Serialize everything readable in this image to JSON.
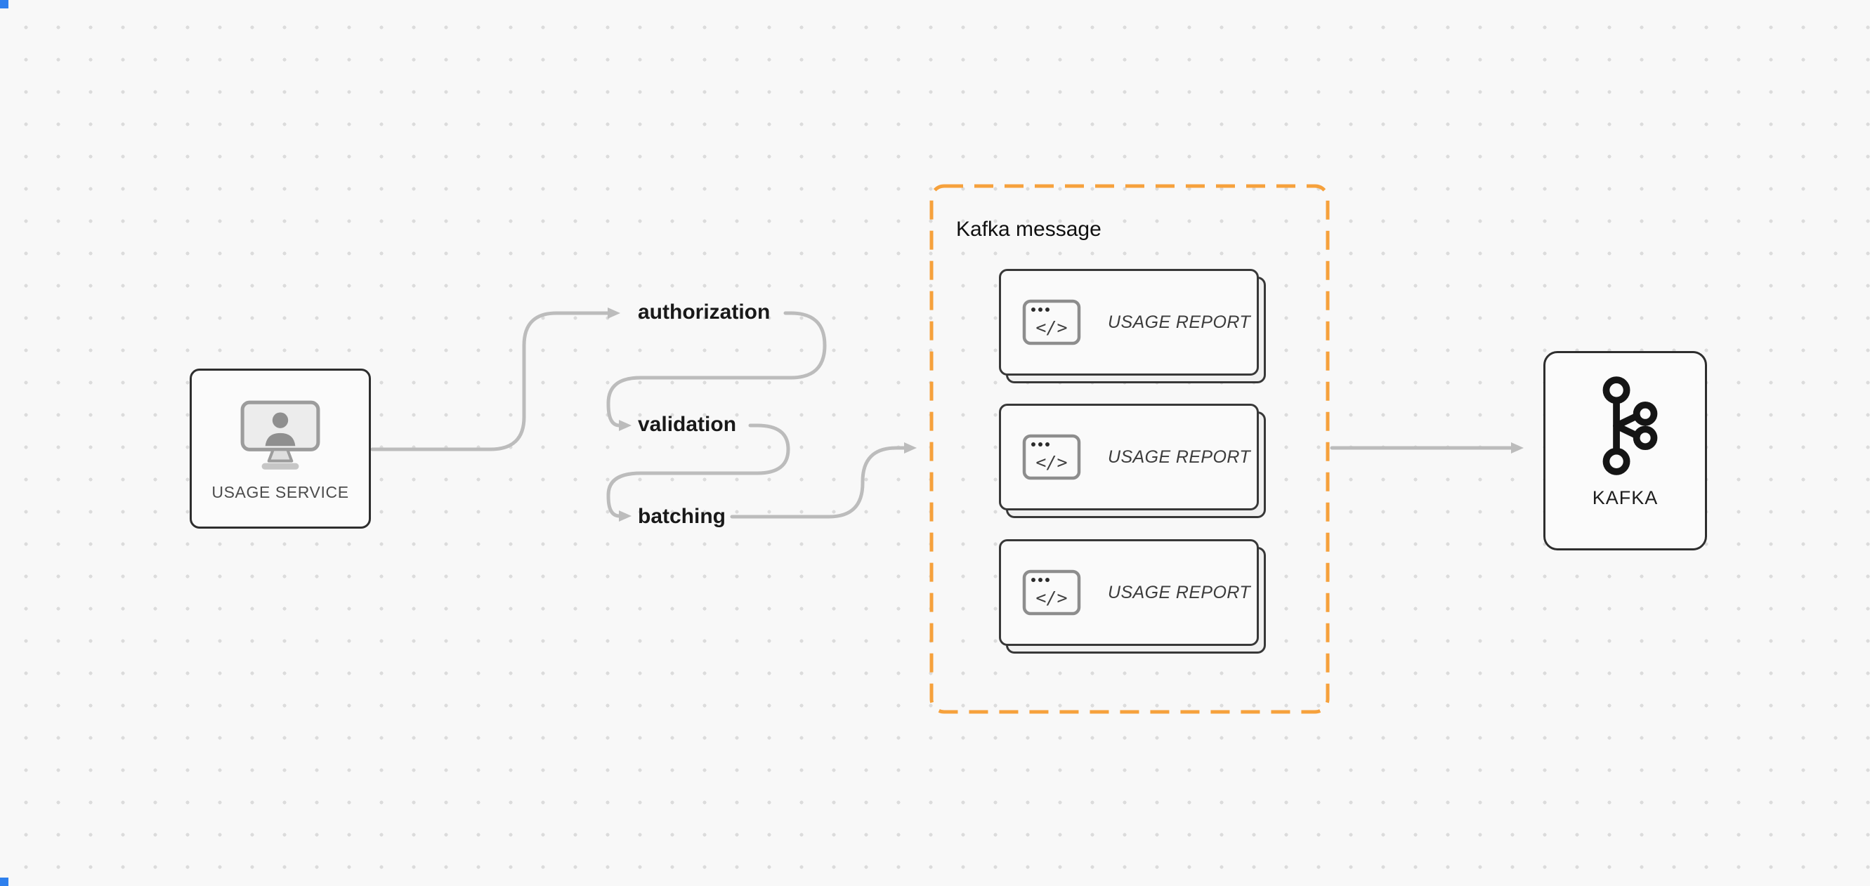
{
  "canvas": {
    "background_color": "#f8f8f8",
    "dot_color": "#dcdcdc",
    "corner_marker_color": "#2f80ed"
  },
  "usage_service": {
    "label": "USAGE SERVICE",
    "icon": "monitor-user-icon"
  },
  "pipeline_steps": [
    {
      "label": "authorization"
    },
    {
      "label": "validation"
    },
    {
      "label": "batching"
    }
  ],
  "kafka_message_group": {
    "title": "Kafka message",
    "border_color": "#f6a13c",
    "cards": [
      {
        "label": "USAGE REPORT",
        "icon": "code-window-icon",
        "icon_glyph": "</>"
      },
      {
        "label": "USAGE REPORT",
        "icon": "code-window-icon",
        "icon_glyph": "</>"
      },
      {
        "label": "USAGE REPORT",
        "icon": "code-window-icon",
        "icon_glyph": "</>"
      }
    ]
  },
  "kafka_node": {
    "label": "KAFKA",
    "icon": "kafka-logo-icon"
  },
  "connectors": {
    "color": "#bcbcbc",
    "items": [
      {
        "from": "usage-service",
        "to": "authorization"
      },
      {
        "from": "authorization",
        "to": "validation"
      },
      {
        "from": "validation",
        "to": "batching"
      },
      {
        "from": "batching",
        "to": "kafka-message-group"
      },
      {
        "from": "kafka-message-group",
        "to": "kafka"
      }
    ]
  }
}
